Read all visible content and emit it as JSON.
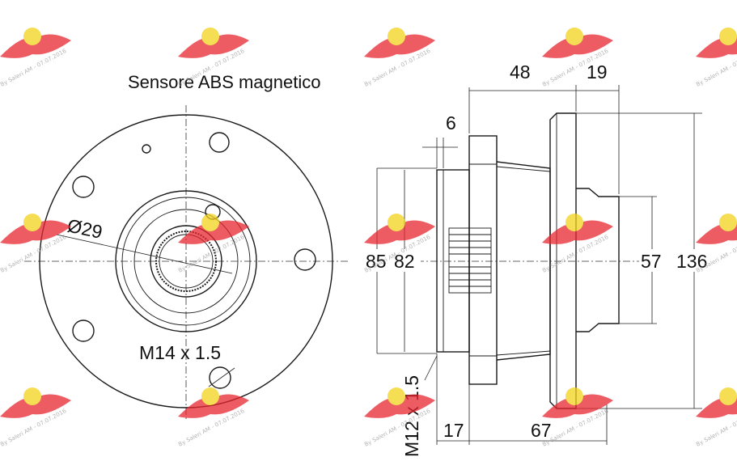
{
  "title": "Sensore ABS magnetico",
  "front_view": {
    "bore_label": "Ø29",
    "stud_thread_label": "M14 x 1.5"
  },
  "side_view": {
    "dim_total_length": "48",
    "dim_flange_offset": "19",
    "dim_flange_width": "6",
    "dim_outer_diameter_85": "85",
    "dim_outer_diameter_82": "82",
    "dim_pilot_diameter": "57",
    "dim_flange_diameter": "136",
    "dim_thread": "M12 x 1.5",
    "dim_bottom_17": "17",
    "dim_bottom_67": "67"
  },
  "watermark": {
    "text": "By Saleri AM - 07.07.2016",
    "logo_color": "#e8262f",
    "badge_color": "#f2d21b"
  }
}
